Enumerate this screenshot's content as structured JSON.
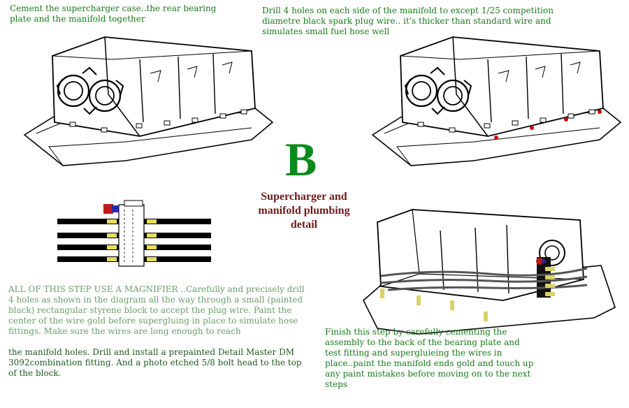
{
  "big_letter": "B",
  "title_lines": [
    "Supercharger and",
    "manifold plumbing",
    "detail"
  ],
  "note_top_left": "Cement the supercharger case..the rear bearing plate and the manifold together",
  "note_top_right": "Drill 4 holes on each side of the manifold to except 1/25 competition diametre black spark plug wire.. it's thicker than standard wire and simulates small fuel hose well",
  "note_bottom_left_intro": "ALL OF THIS STEP USE A MAGNIFIER ..Carefully and precisely drill 4 holes as shown in the diagram all the way through a small (painted black) rectangular styrene block to accept the plug wire. Paint the center of the wire gold before supergluing in place to simulate hose fittings. Make sure the wires are long enough  to reach",
  "note_bottom_left_main": "the manifold holes. Drill and install a prepainted Detail Master DM 3092combination fitting. And a photo etched 5/8 bolt head to the top of the block.",
  "note_bottom_right": "Finish this step by carefully cementing the assembly to the back of the bearing plate and test fitting and supergluieing the wires in place..paint the manifold ends gold and touch up any paint mistakes before moving on to the next steps",
  "colors": {
    "letter": "#0b8a1c",
    "title": "#6a1a1a",
    "text_green": "#1a7a1a",
    "hole_red": "#cc0000",
    "fitting_gold": "#d8d26a"
  }
}
